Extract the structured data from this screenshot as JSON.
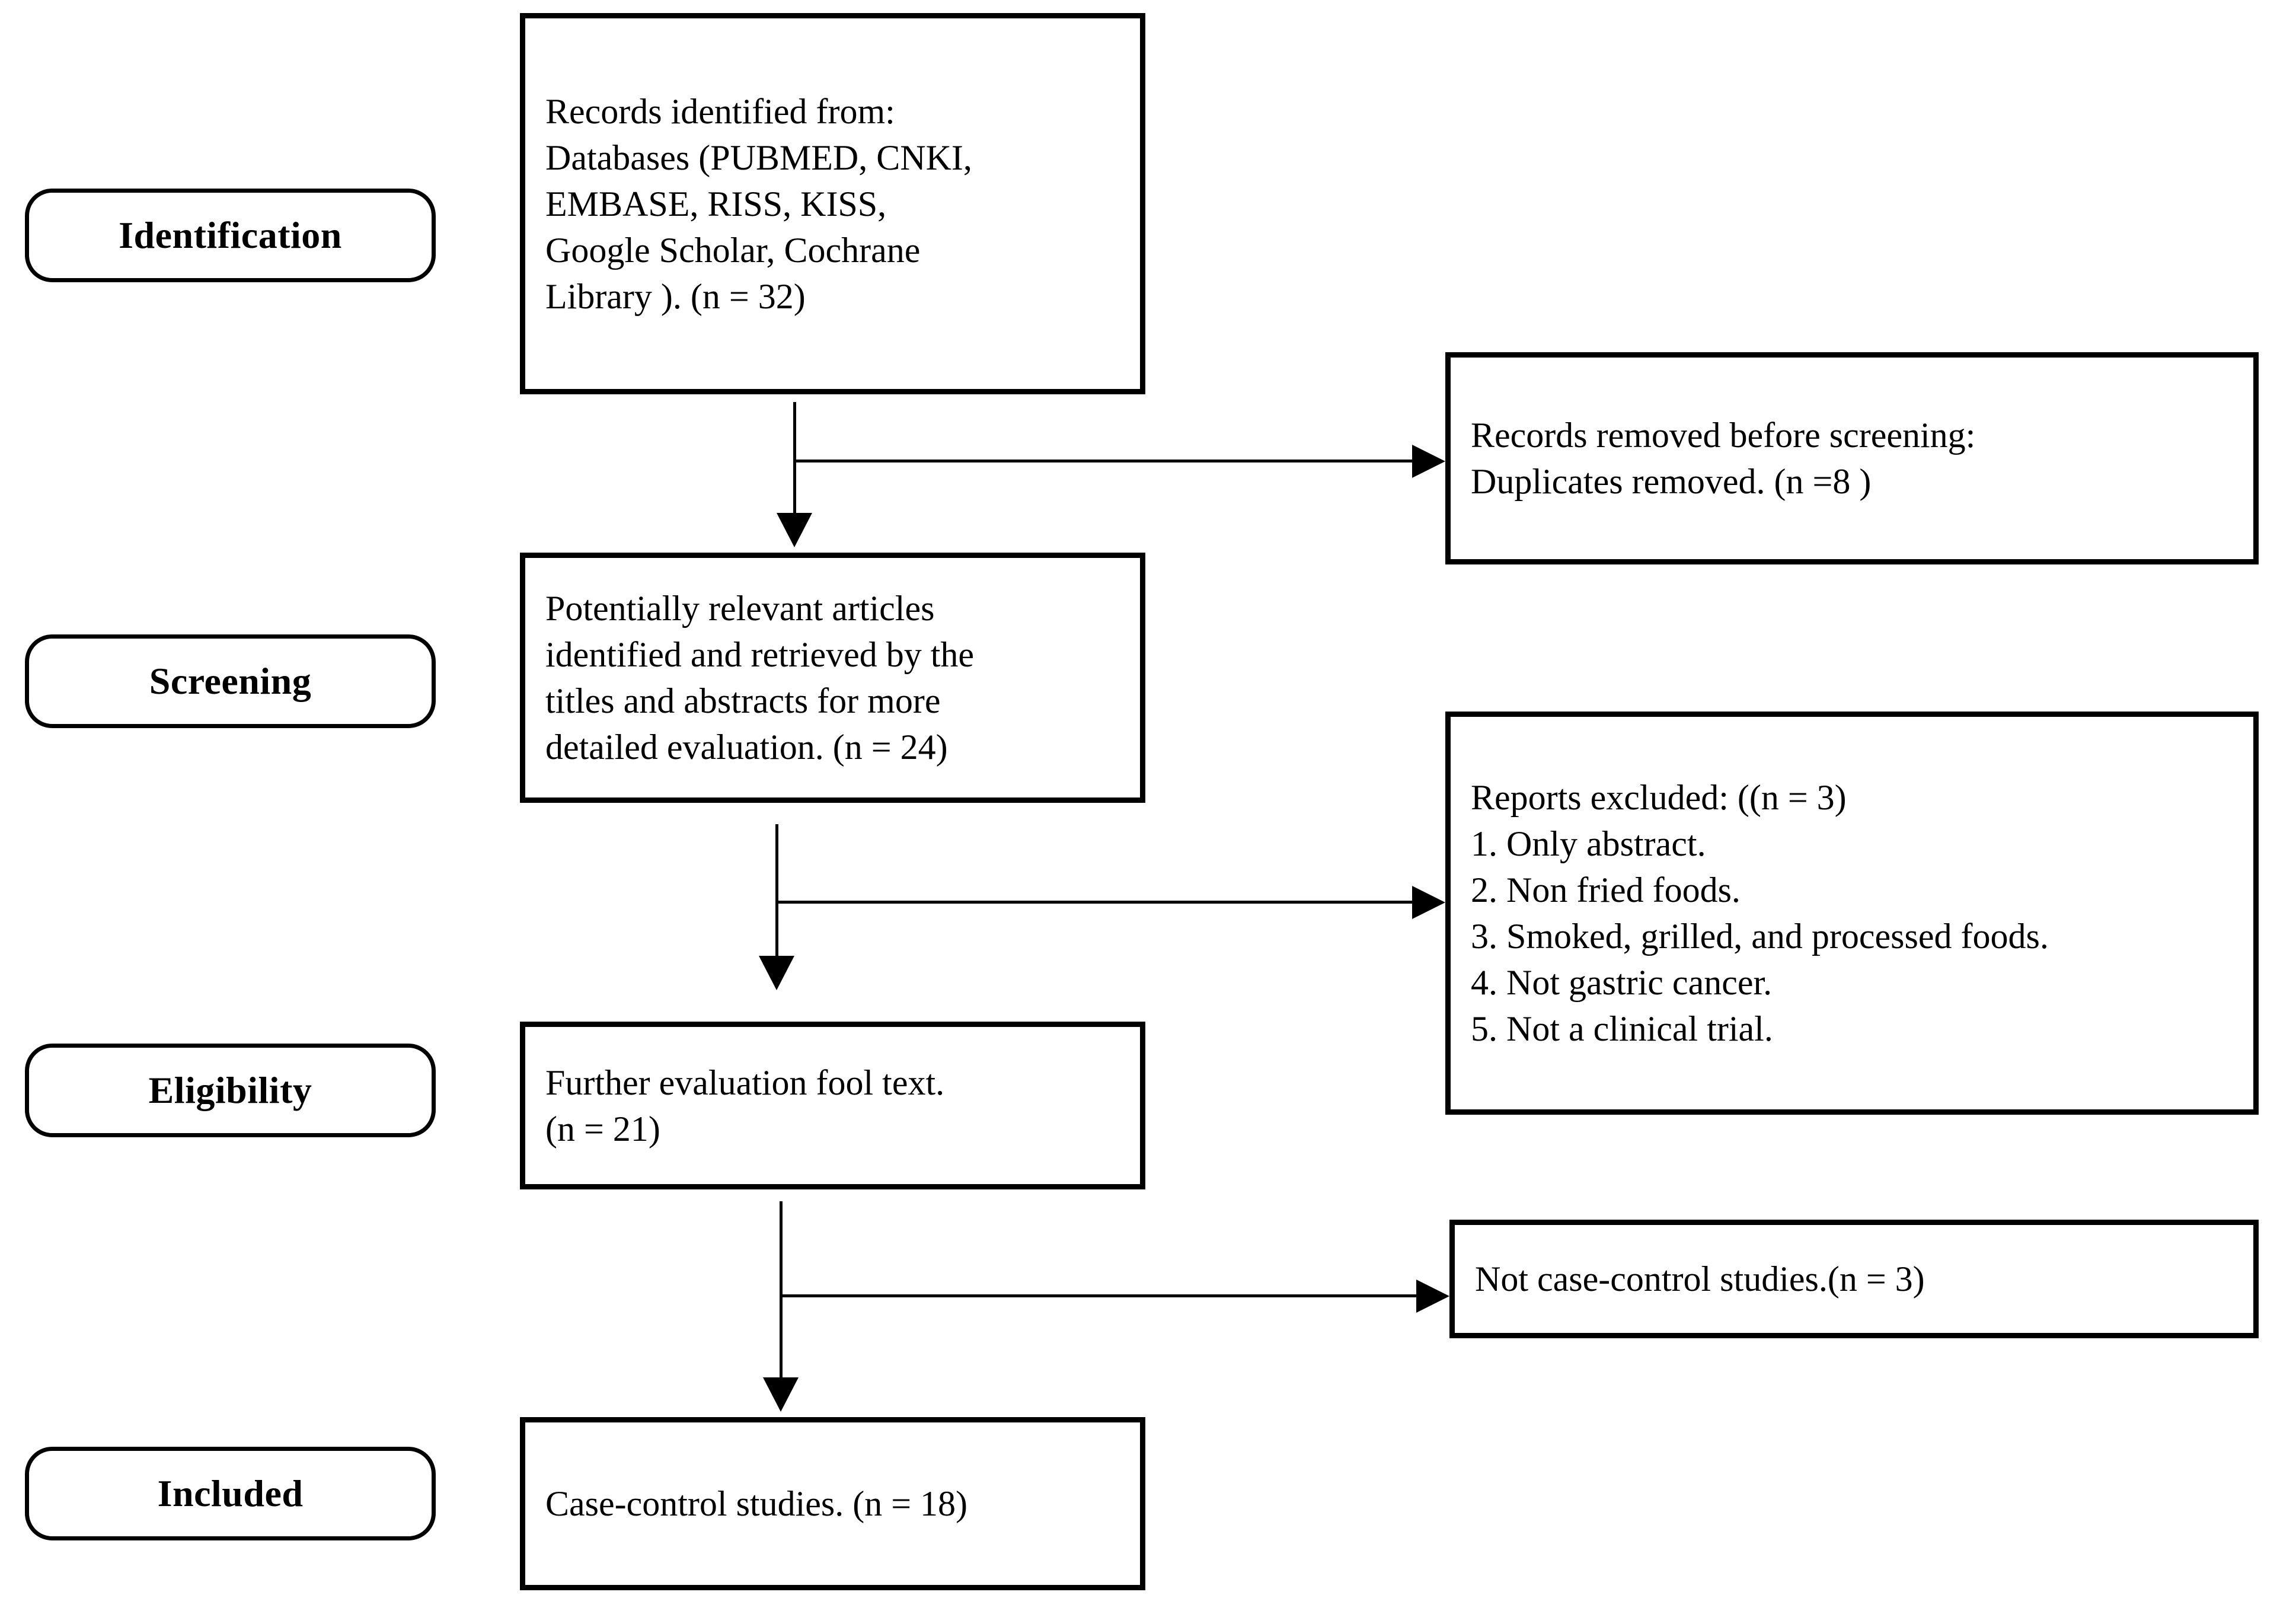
{
  "diagram": {
    "title": "PRISMA study selection flow diagram",
    "stroke_color": "#000000",
    "background_color": "#ffffff"
  },
  "stages": [
    {
      "id": "identification",
      "label": "Identification"
    },
    {
      "id": "screening",
      "label": "Screening"
    },
    {
      "id": "eligibility",
      "label": "Eligibility"
    },
    {
      "id": "included",
      "label": "Included"
    }
  ],
  "flow_boxes": {
    "identified": {
      "text": "Records identified from:\nDatabases (PUBMED,  CNKI,\nEMBASE,  RISS, KISS,\nGoogle Scholar, Cochrane\nLibrary ). (n = 32)",
      "count": 32
    },
    "screened": {
      "text": "Potentially relevant articles\nidentified and retrieved by the\ntitles  and abstracts for more\ndetailed evaluation. (n = 24)",
      "count": 24
    },
    "full_text": {
      "text": "Further evaluation fool text.\n(n = 21)",
      "count": 21
    },
    "included": {
      "text": "Case-control studies. (n = 18)",
      "count": 18
    }
  },
  "exclusion_boxes": {
    "duplicates": {
      "text": "Records removed before screening:\nDuplicates removed. (n =8 )",
      "count": 8
    },
    "reports_excluded": {
      "heading": "Reports excluded: ((n = 3)",
      "count": 3,
      "reasons": [
        "1. Only abstract.",
        "2. Non fried foods.",
        "3. Smoked, grilled, and processed foods.",
        "4. Not gastric cancer.",
        "5. Not a clinical trial."
      ]
    },
    "not_case_control": {
      "text": "Not case-control studies.(n = 3)",
      "count": 3
    }
  }
}
